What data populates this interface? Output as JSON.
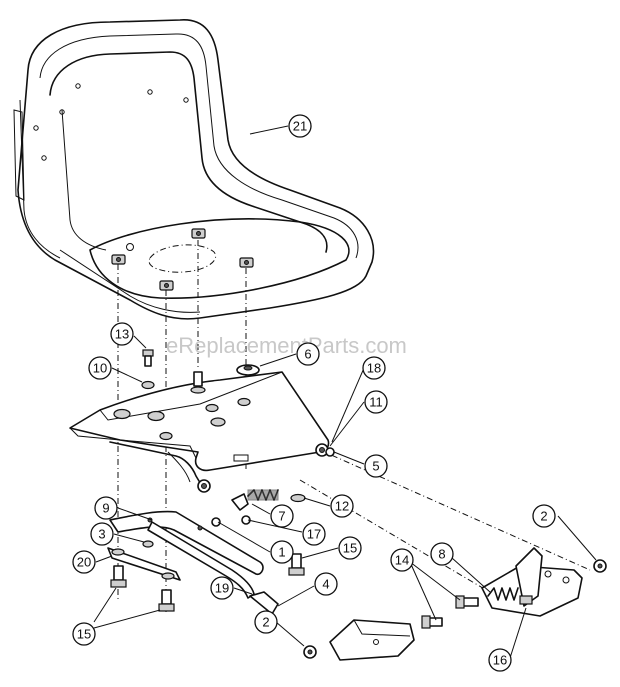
{
  "watermark": "eReplacementParts.com",
  "callouts": [
    {
      "id": "c21",
      "label": "21"
    },
    {
      "id": "c13",
      "label": "13"
    },
    {
      "id": "c10",
      "label": "10"
    },
    {
      "id": "c6",
      "label": "6"
    },
    {
      "id": "c18",
      "label": "18"
    },
    {
      "id": "c11",
      "label": "11"
    },
    {
      "id": "c5",
      "label": "5"
    },
    {
      "id": "c12",
      "label": "12"
    },
    {
      "id": "c7",
      "label": "7"
    },
    {
      "id": "c17",
      "label": "17"
    },
    {
      "id": "c9",
      "label": "9"
    },
    {
      "id": "c3",
      "label": "3"
    },
    {
      "id": "c1",
      "label": "1"
    },
    {
      "id": "c15a",
      "label": "15"
    },
    {
      "id": "c20",
      "label": "20"
    },
    {
      "id": "c19",
      "label": "19"
    },
    {
      "id": "c4",
      "label": "4"
    },
    {
      "id": "c15b",
      "label": "15"
    },
    {
      "id": "c2a",
      "label": "2"
    },
    {
      "id": "c14",
      "label": "14"
    },
    {
      "id": "c8",
      "label": "8"
    },
    {
      "id": "c2b",
      "label": "2"
    },
    {
      "id": "c16",
      "label": "16"
    }
  ]
}
